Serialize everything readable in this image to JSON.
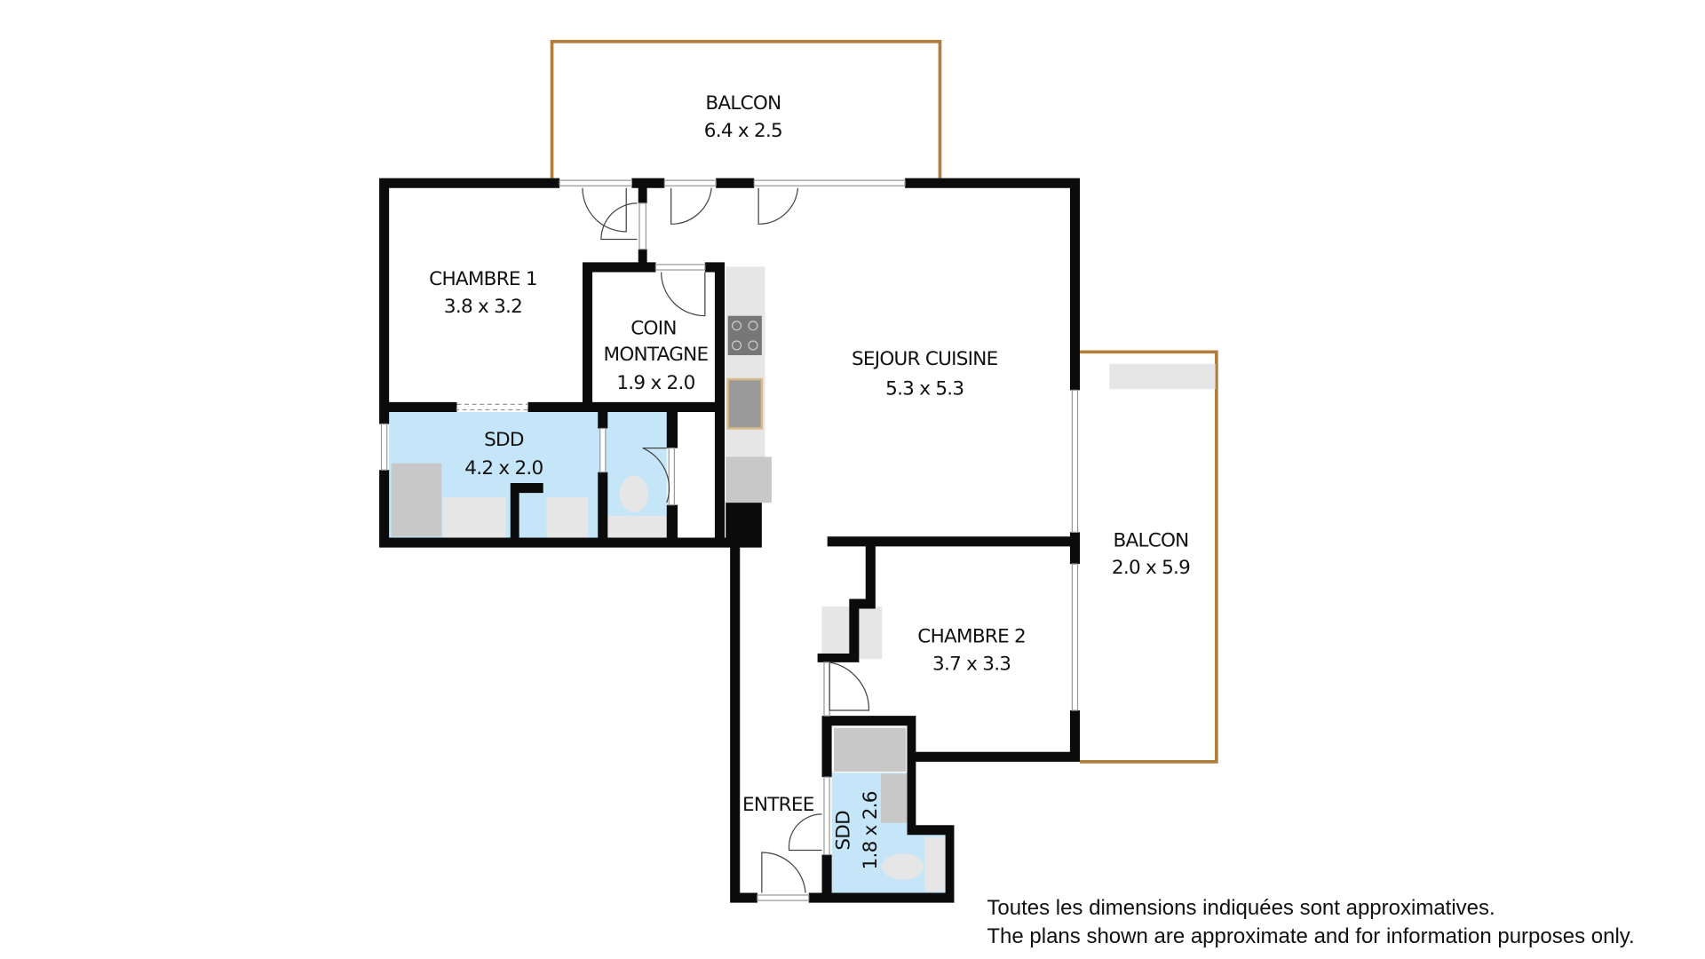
{
  "plan": {
    "rooms": [
      {
        "name": "BALCON",
        "size": "6.4 x 2.5"
      },
      {
        "name": "CHAMBRE 1",
        "size": "3.8 x 3.2"
      },
      {
        "name_line1": "COIN",
        "name_line2": "MONTAGNE",
        "size": "1.9 x 2.0"
      },
      {
        "name": "SEJOUR CUISINE",
        "size": "5.3 x 5.3"
      },
      {
        "name": "SDD",
        "size": "4.2 x 2.0"
      },
      {
        "name": "BALCON",
        "size": "2.0 x 5.9"
      },
      {
        "name": "CHAMBRE 2",
        "size": "3.7 x 3.3"
      },
      {
        "name": "ENTREE"
      },
      {
        "name": "SDD",
        "size": "1.8 x 2.6"
      }
    ],
    "colors": {
      "wall": "#0b0b0b",
      "balcony_outline": "#b07f3e",
      "bathroom_fill": "#c4e6f8"
    }
  },
  "disclaimer": {
    "line_fr": "Toutes les dimensions indiquées sont approximatives.",
    "line_en": "The plans shown are approximate and for information purposes only."
  }
}
